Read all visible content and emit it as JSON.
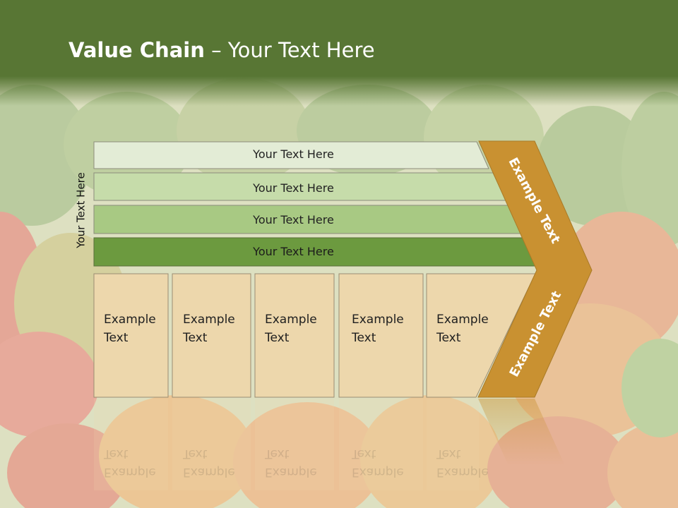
{
  "slide": {
    "title_bold": "Value Chain",
    "title_rest": " – Your Text Here"
  },
  "diagram": {
    "side_label": "Your Text Here",
    "bars": [
      {
        "label": "Your Text Here",
        "color": "#e3ecd6"
      },
      {
        "label": "Your Text Here",
        "color": "#c6dcaa"
      },
      {
        "label": "Your Text Here",
        "color": "#a8c983"
      },
      {
        "label": "Your Text Here",
        "color": "#6c9a3f"
      }
    ],
    "boxes": [
      {
        "label": "Example\nText"
      },
      {
        "label": "Example\nText"
      },
      {
        "label": "Example\nText"
      },
      {
        "label": "Example\nText"
      },
      {
        "label": "Example\nText"
      }
    ],
    "arrow": {
      "upper_label": "Example Text",
      "lower_label": "Example Text",
      "color": "#c99131"
    },
    "box_color": "#edd7ac",
    "header_color": "#587634"
  }
}
